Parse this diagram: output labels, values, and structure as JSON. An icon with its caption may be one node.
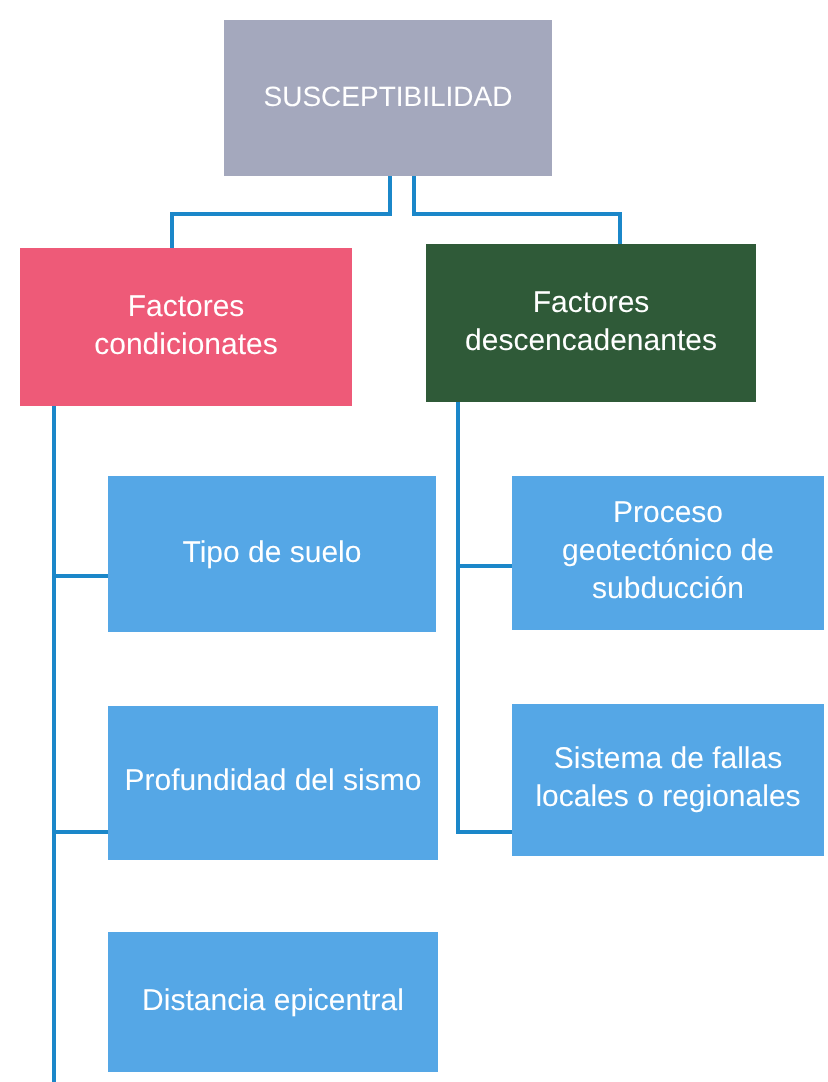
{
  "diagram": {
    "nodes": [
      {
        "text": [
          "SUSCEPTIBILIDAD"
        ]
      },
      {
        "text": [
          "Factores condicionates"
        ]
      },
      {
        "text": [
          "Factores descencadenantes"
        ]
      },
      {
        "text": [
          "Tipo de suelo"
        ]
      },
      {
        "text": [
          "Profundidad del sismo"
        ]
      },
      {
        "text": [
          "Distancia epicentral"
        ]
      },
      {
        "text": [
          "Proceso geotectónico de subducción"
        ]
      },
      {
        "text": [
          "Sistema de fallas locales o regionales"
        ]
      }
    ],
    "edges": [
      {
        "from": 0,
        "to": 1,
        "arrow": "none"
      },
      {
        "from": 0,
        "to": 2,
        "arrow": "none"
      },
      {
        "from": 1,
        "to": 3,
        "arrow": "none"
      },
      {
        "from": 1,
        "to": 4,
        "arrow": "none"
      },
      {
        "from": 1,
        "to": 5,
        "arrow": "none"
      },
      {
        "from": 2,
        "to": 6,
        "arrow": "none"
      },
      {
        "from": 2,
        "to": 7,
        "arrow": "none"
      }
    ]
  }
}
